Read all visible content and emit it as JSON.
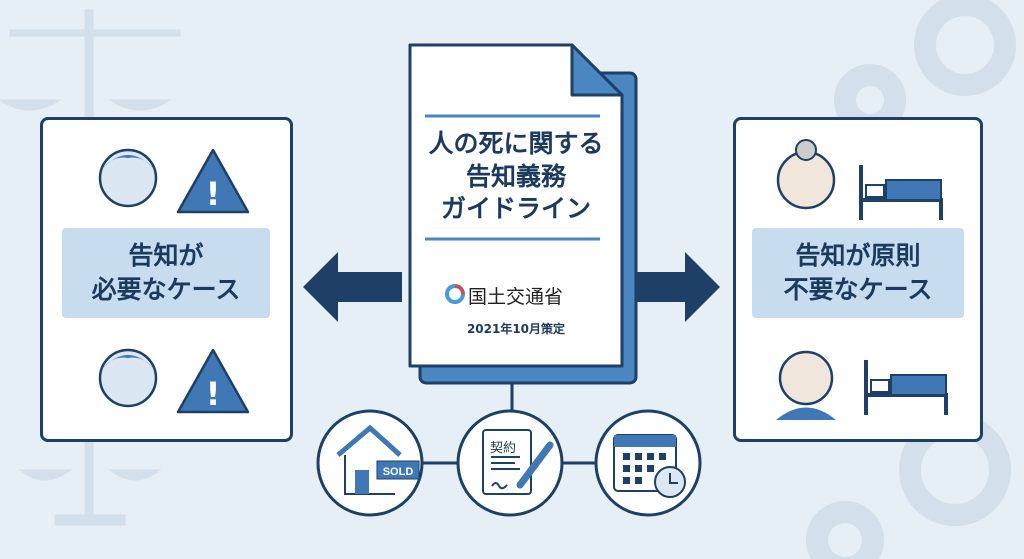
{
  "left_panel": {
    "label_line1": "告知が",
    "label_line2": "必要なケース"
  },
  "right_panel": {
    "label_line1": "告知が原則",
    "label_line2": "不要なケース"
  },
  "document": {
    "title_line1": "人の死に関する",
    "title_line2": "告知義務",
    "title_line3": "ガイドライン",
    "ministry": "国土交通省",
    "date": "2021年10月策定"
  },
  "icons": {
    "sold_sign": "SOLD",
    "contract_label": "契約"
  },
  "colors": {
    "navy": "#1e3f66",
    "blue": "#3f78b5",
    "light_blue": "#c8dcef",
    "background": "#e6eef6"
  }
}
